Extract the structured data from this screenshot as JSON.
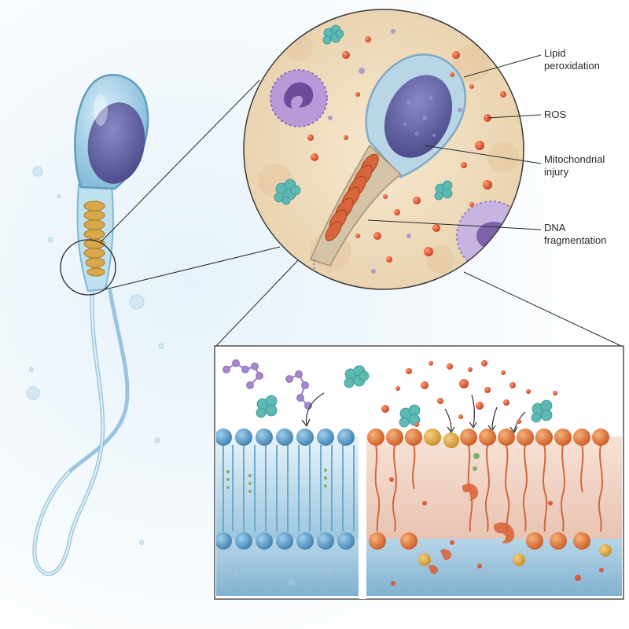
{
  "labels": {
    "lipid_peroxidation": "Lipid\nperoxidation",
    "ros": "ROS",
    "mitochondrial_injury": "Mitochondrial\ninjury",
    "dna_fragmentation": "DNA\nfragmentation"
  },
  "colors": {
    "sperm_membrane": "#a9d3e6",
    "nucleus": "#6a6aa6",
    "midpiece_healthy": "#d9a84a",
    "midpiece_damaged": "#d8663a",
    "ros_particle": "#dd4a28",
    "healthy_phospholipid": "#4a8cbc",
    "damaged_phospholipid": "#e07a3c",
    "immune_cell": "#a58ac9",
    "magnified_background": "#f2dfc1"
  },
  "icons": [
    "sperm-cell-icon",
    "leukocyte-icon",
    "ros-particle-icon",
    "phospholipid-bilayer-icon",
    "magnifier-circle-icon"
  ]
}
